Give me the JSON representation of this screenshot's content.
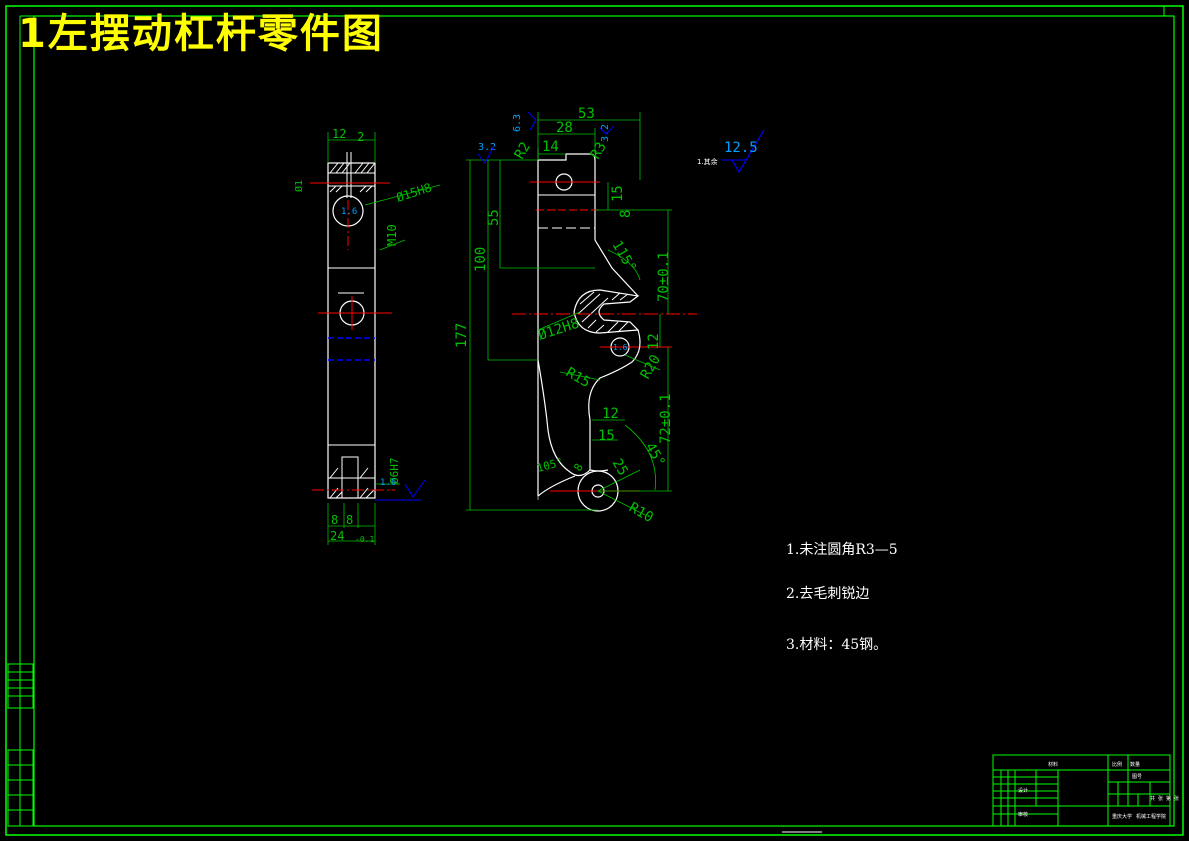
{
  "drawing": {
    "title": "1左摆动杠杆零件图",
    "roughness_note_label": "1.其余",
    "roughness_overall": "12.5",
    "notes": [
      "1.未注圆角R3—5",
      "2.去毛刺锐边",
      "3.材料：45钢。"
    ]
  },
  "side_view": {
    "dims": {
      "top_width": "12",
      "top_small": "2",
      "hole_dia": "Ø15H8",
      "thread": "M10",
      "small_hole": "Ø1",
      "bottom_fit": "Ø6H7",
      "bottom_a": "8",
      "bottom_b": "8",
      "bottom_total": "24",
      "bottom_tol": "-0.1",
      "roughness_a": "1.6",
      "roughness_b": "1.6"
    }
  },
  "front_view": {
    "dims": {
      "overall_width": "53",
      "top_width": "28",
      "slot": "14",
      "roughness_left_top": "6.3",
      "roughness_right_top": "3.2",
      "roughness_left": "3.2",
      "r_left": "R2",
      "r_right": "R3",
      "v15": "15",
      "v8": "8",
      "v55": "55",
      "v100": "100",
      "v177": "177",
      "angle115": "115°",
      "v70": "70±0.1",
      "bore": "Ø12H8",
      "v12": "12",
      "r20": "R20",
      "r15": "R15",
      "h12": "12",
      "h15": "15",
      "v72": "72±0.1",
      "angle45": "45°",
      "v25": "25",
      "angle105": "105°",
      "v8b": "8",
      "r10": "R10",
      "roughness_mid": "1.6"
    }
  },
  "title_block": {
    "cells": [
      "比例",
      "数量",
      "材料",
      "图号",
      "设计",
      "审核",
      "重庆大学",
      "机械工程学院",
      "共 张 第 张"
    ]
  },
  "colors": {
    "frame": "#00ff00",
    "part": "#ffffff",
    "centerline": "#ff0000",
    "hidden": "#0000ff",
    "dimension": "#00c000",
    "title": "#ffff00",
    "roughness": "#00a0ff"
  }
}
